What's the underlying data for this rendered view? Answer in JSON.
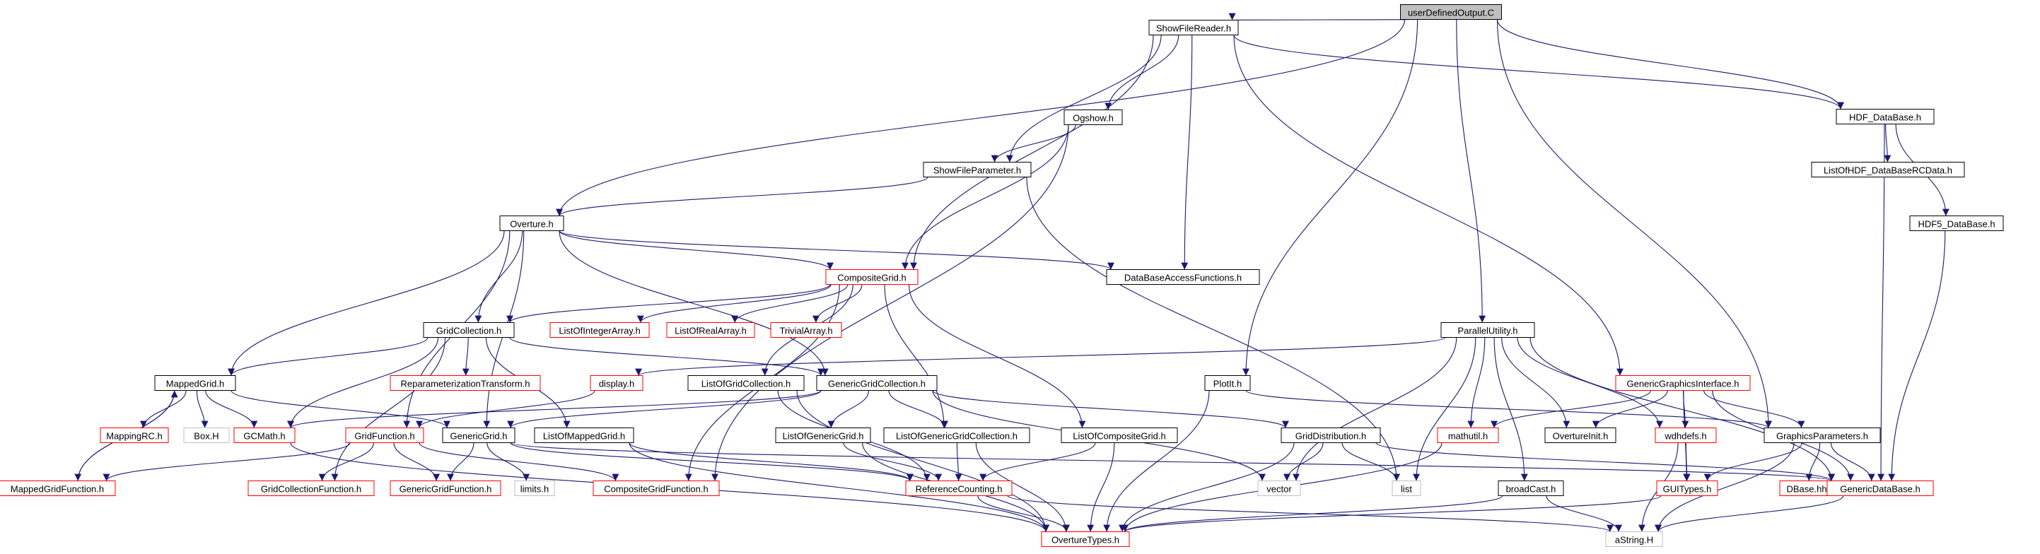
{
  "graph": {
    "colors": {
      "edge": "#191970",
      "fill": "#ffffff",
      "border_normal": "#000000",
      "border_truncated": "#ff0000",
      "border_external": "#bfbfbf",
      "root_fill": "#bfbfbf"
    },
    "nodes": [
      {
        "id": "userDefinedOutput",
        "label": "userDefinedOutput.C",
        "kind": "root"
      },
      {
        "id": "ShowFileReader",
        "label": "ShowFileReader.h",
        "kind": "normal"
      },
      {
        "id": "Ogshow",
        "label": "Ogshow.h",
        "kind": "normal"
      },
      {
        "id": "ShowFileParameter",
        "label": "ShowFileParameter.h",
        "kind": "normal"
      },
      {
        "id": "HDF_DataBase",
        "label": "HDF_DataBase.h",
        "kind": "normal"
      },
      {
        "id": "ListOfHDF",
        "label": "ListOfHDF_DataBaseRCData.h",
        "kind": "normal"
      },
      {
        "id": "HDF5_DataBase",
        "label": "HDF5_DataBase.h",
        "kind": "normal"
      },
      {
        "id": "Overture",
        "label": "Overture.h",
        "kind": "normal"
      },
      {
        "id": "CompositeGrid",
        "label": "CompositeGrid.h",
        "kind": "truncated"
      },
      {
        "id": "DataBaseAccessFunctions",
        "label": "DataBaseAccessFunctions.h",
        "kind": "normal"
      },
      {
        "id": "GridCollection",
        "label": "GridCollection.h",
        "kind": "normal"
      },
      {
        "id": "ListOfIntegerArray",
        "label": "ListOfIntegerArray.h",
        "kind": "truncated"
      },
      {
        "id": "ListOfRealArray",
        "label": "ListOfRealArray.h",
        "kind": "truncated"
      },
      {
        "id": "TrivialArray",
        "label": "TrivialArray.h",
        "kind": "truncated"
      },
      {
        "id": "ParallelUtility",
        "label": "ParallelUtility.h",
        "kind": "normal"
      },
      {
        "id": "Plotit",
        "label": "PlotIt.h",
        "kind": "normal"
      },
      {
        "id": "GenericGraphicsInterface",
        "label": "GenericGraphicsInterface.h",
        "kind": "truncated"
      },
      {
        "id": "MappedGrid",
        "label": "MappedGrid.h",
        "kind": "normal"
      },
      {
        "id": "ReparameterizationTransform",
        "label": "ReparameterizationTransform.h",
        "kind": "truncated"
      },
      {
        "id": "display",
        "label": "display.h",
        "kind": "truncated"
      },
      {
        "id": "ListOfGridCollection",
        "label": "ListOfGridCollection.h",
        "kind": "normal"
      },
      {
        "id": "GenericGridCollection",
        "label": "GenericGridCollection.h",
        "kind": "normal"
      },
      {
        "id": "MappingRC",
        "label": "MappingRC.h",
        "kind": "truncated"
      },
      {
        "id": "BoxH",
        "label": "Box.H",
        "kind": "external"
      },
      {
        "id": "GCMath",
        "label": "GCMath.h",
        "kind": "truncated"
      },
      {
        "id": "GridFunction",
        "label": "GridFunction.h",
        "kind": "truncated"
      },
      {
        "id": "GenericGrid",
        "label": "GenericGrid.h",
        "kind": "normal"
      },
      {
        "id": "ListOfMappedGrid",
        "label": "ListOfMappedGrid.h",
        "kind": "normal"
      },
      {
        "id": "ListOfGenericGrid",
        "label": "ListOfGenericGrid.h",
        "kind": "normal"
      },
      {
        "id": "ListOfGenericGridCollection",
        "label": "ListOfGenericGridCollection.h",
        "kind": "normal"
      },
      {
        "id": "ListOfCompositeGrid",
        "label": "ListOfCompositeGrid.h",
        "kind": "normal"
      },
      {
        "id": "GridDistribution",
        "label": "GridDistribution.h",
        "kind": "normal"
      },
      {
        "id": "mathutil",
        "label": "mathutil.h",
        "kind": "truncated"
      },
      {
        "id": "OvertureInit",
        "label": "OvertureInit.h",
        "kind": "normal"
      },
      {
        "id": "wdhdefs",
        "label": "wdhdefs.h",
        "kind": "truncated"
      },
      {
        "id": "GraphicsParameters",
        "label": "GraphicsParameters.h",
        "kind": "normal"
      },
      {
        "id": "MappedGridFunction",
        "label": "MappedGridFunction.h",
        "kind": "truncated"
      },
      {
        "id": "GridCollectionFunction",
        "label": "GridCollectionFunction.h",
        "kind": "truncated"
      },
      {
        "id": "GenericGridFunction",
        "label": "GenericGridFunction.h",
        "kind": "truncated"
      },
      {
        "id": "limits",
        "label": "limits.h",
        "kind": "external"
      },
      {
        "id": "CompositeGridFunction",
        "label": "CompositeGridFunction.h",
        "kind": "truncated"
      },
      {
        "id": "ReferenceCounting",
        "label": "ReferenceCounting.h",
        "kind": "truncated"
      },
      {
        "id": "vector",
        "label": "vector",
        "kind": "external"
      },
      {
        "id": "list",
        "label": "list",
        "kind": "external"
      },
      {
        "id": "broadCast",
        "label": "broadCast.h",
        "kind": "normal"
      },
      {
        "id": "GUITypes",
        "label": "GUITypes.h",
        "kind": "truncated"
      },
      {
        "id": "DBase",
        "label": "DBase.hh",
        "kind": "truncated"
      },
      {
        "id": "GenericDataBase",
        "label": "GenericDataBase.h",
        "kind": "truncated"
      },
      {
        "id": "OvertureTypes",
        "label": "OvertureTypes.h",
        "kind": "truncated"
      },
      {
        "id": "aString",
        "label": "aString.H",
        "kind": "external"
      }
    ],
    "edges": [
      [
        "userDefinedOutput",
        "ShowFileReader"
      ],
      [
        "userDefinedOutput",
        "HDF_DataBase"
      ],
      [
        "userDefinedOutput",
        "Overture"
      ],
      [
        "userDefinedOutput",
        "ParallelUtility"
      ],
      [
        "userDefinedOutput",
        "Plotit"
      ],
      [
        "userDefinedOutput",
        "GraphicsParameters"
      ],
      [
        "ShowFileReader",
        "Ogshow"
      ],
      [
        "ShowFileReader",
        "ShowFileParameter"
      ],
      [
        "ShowFileReader",
        "CompositeGrid"
      ],
      [
        "ShowFileReader",
        "DataBaseAccessFunctions"
      ],
      [
        "ShowFileReader",
        "HDF_DataBase"
      ],
      [
        "ShowFileReader",
        "GenericGraphicsInterface"
      ],
      [
        "Ogshow",
        "ShowFileParameter"
      ],
      [
        "Ogshow",
        "CompositeGrid"
      ],
      [
        "Ogshow",
        "CompositeGridFunction"
      ],
      [
        "ShowFileParameter",
        "Overture"
      ],
      [
        "ShowFileParameter",
        "list"
      ],
      [
        "HDF_DataBase",
        "ListOfHDF"
      ],
      [
        "HDF_DataBase",
        "HDF5_DataBase"
      ],
      [
        "HDF_DataBase",
        "GenericDataBase"
      ],
      [
        "HDF5_DataBase",
        "GenericDataBase"
      ],
      [
        "Overture",
        "CompositeGrid"
      ],
      [
        "Overture",
        "DataBaseAccessFunctions"
      ],
      [
        "Overture",
        "GridCollection"
      ],
      [
        "Overture",
        "MappedGrid"
      ],
      [
        "Overture",
        "GenericGrid"
      ],
      [
        "Overture",
        "GridFunction"
      ],
      [
        "Overture",
        "GenericGridCollection"
      ],
      [
        "CompositeGrid",
        "GridCollection"
      ],
      [
        "CompositeGrid",
        "ListOfIntegerArray"
      ],
      [
        "CompositeGrid",
        "ListOfRealArray"
      ],
      [
        "CompositeGrid",
        "TrivialArray"
      ],
      [
        "CompositeGrid",
        "ListOfGridCollection"
      ],
      [
        "CompositeGrid",
        "ListOfGenericGridCollection"
      ],
      [
        "CompositeGrid",
        "ListOfCompositeGrid"
      ],
      [
        "CompositeGrid",
        "CompositeGridFunction"
      ],
      [
        "GridCollection",
        "MappedGrid"
      ],
      [
        "GridCollection",
        "ReparameterizationTransform"
      ],
      [
        "GridCollection",
        "GenericGridCollection"
      ],
      [
        "GridCollection",
        "ListOfMappedGrid"
      ],
      [
        "GridCollection",
        "GCMath"
      ],
      [
        "GridCollection",
        "GridCollectionFunction"
      ],
      [
        "ParallelUtility",
        "display"
      ],
      [
        "ParallelUtility",
        "vector"
      ],
      [
        "ParallelUtility",
        "list"
      ],
      [
        "ParallelUtility",
        "mathutil"
      ],
      [
        "ParallelUtility",
        "OvertureInit"
      ],
      [
        "ParallelUtility",
        "wdhdefs"
      ],
      [
        "ParallelUtility",
        "broadCast"
      ],
      [
        "ParallelUtility",
        "GenericDataBase"
      ],
      [
        "Plotit",
        "OvertureTypes"
      ],
      [
        "Plotit",
        "GraphicsParameters"
      ],
      [
        "GenericGraphicsInterface",
        "mathutil"
      ],
      [
        "GenericGraphicsInterface",
        "OvertureInit"
      ],
      [
        "GenericGraphicsInterface",
        "wdhdefs"
      ],
      [
        "GenericGraphicsInterface",
        "GraphicsParameters"
      ],
      [
        "GenericGraphicsInterface",
        "GUITypes"
      ],
      [
        "GenericGraphicsInterface",
        "GenericDataBase"
      ],
      [
        "MappedGrid",
        "MappingRC"
      ],
      [
        "MappedGrid",
        "BoxH"
      ],
      [
        "MappedGrid",
        "GCMath"
      ],
      [
        "MappedGrid",
        "GenericGrid"
      ],
      [
        "MappedGrid",
        "MappedGridFunction"
      ],
      [
        "display",
        "GridFunction"
      ],
      [
        "ListOfGridCollection",
        "ReferenceCounting"
      ],
      [
        "ListOfGridCollection",
        "OvertureTypes"
      ],
      [
        "GenericGridCollection",
        "GenericGrid"
      ],
      [
        "GenericGridCollection",
        "ListOfGenericGrid"
      ],
      [
        "GenericGridCollection",
        "ListOfGenericGridCollection"
      ],
      [
        "GenericGridCollection",
        "GridDistribution"
      ],
      [
        "GenericGridCollection",
        "vector"
      ],
      [
        "GenericGridCollection",
        "GCMath"
      ],
      [
        "GCMath",
        "OvertureTypes"
      ],
      [
        "GridFunction",
        "MappedGridFunction"
      ],
      [
        "GridFunction",
        "GridCollectionFunction"
      ],
      [
        "GridFunction",
        "GenericGridFunction"
      ],
      [
        "GridFunction",
        "CompositeGridFunction"
      ],
      [
        "GenericGrid",
        "GenericGridFunction"
      ],
      [
        "GenericGrid",
        "limits"
      ],
      [
        "GenericGrid",
        "ReferenceCounting"
      ],
      [
        "GenericGrid",
        "GenericDataBase"
      ],
      [
        "ListOfMappedGrid",
        "ReferenceCounting"
      ],
      [
        "ListOfMappedGrid",
        "OvertureTypes"
      ],
      [
        "ListOfGenericGrid",
        "ReferenceCounting"
      ],
      [
        "ListOfGenericGrid",
        "OvertureTypes"
      ],
      [
        "ListOfGenericGridCollection",
        "ReferenceCounting"
      ],
      [
        "ListOfGenericGridCollection",
        "OvertureTypes"
      ],
      [
        "ListOfCompositeGrid",
        "ReferenceCounting"
      ],
      [
        "ListOfCompositeGrid",
        "OvertureTypes"
      ],
      [
        "GridDistribution",
        "vector"
      ],
      [
        "GridDistribution",
        "list"
      ],
      [
        "GridDistribution",
        "OvertureTypes"
      ],
      [
        "GridDistribution",
        "GenericDataBase"
      ],
      [
        "mathutil",
        "OvertureTypes"
      ],
      [
        "wdhdefs",
        "GUITypes"
      ],
      [
        "wdhdefs",
        "aString"
      ],
      [
        "GraphicsParameters",
        "GUITypes"
      ],
      [
        "GraphicsParameters",
        "DBase"
      ],
      [
        "GraphicsParameters",
        "GenericDataBase"
      ],
      [
        "GraphicsParameters",
        "aString"
      ],
      [
        "MappedGridFunction",
        "MappedGrid"
      ],
      [
        "ReferenceCounting",
        "OvertureTypes"
      ],
      [
        "ReferenceCounting",
        "aString"
      ],
      [
        "broadCast",
        "OvertureTypes"
      ],
      [
        "broadCast",
        "aString"
      ],
      [
        "GUITypes",
        "OvertureTypes"
      ],
      [
        "GenericDataBase",
        "aString"
      ]
    ]
  }
}
